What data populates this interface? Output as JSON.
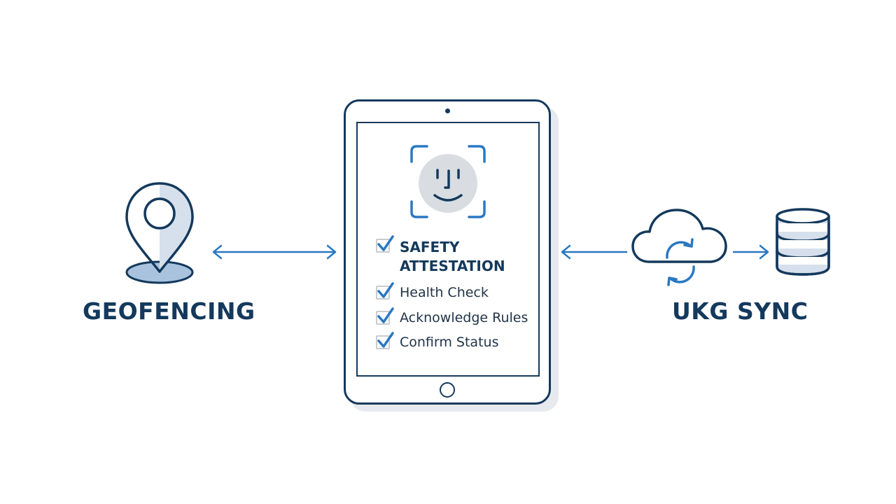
{
  "colors": {
    "navy": "#14395c",
    "accent_blue": "#2a78c2",
    "light_blue_fill": "#d6e0ec",
    "pin_fill": "#a9c3df",
    "face_fill": "#d9dde2",
    "checkbox_border": "#c8ccd1"
  },
  "left_node": {
    "label": "GEOFENCING",
    "icon": "location-pin-icon"
  },
  "center_node": {
    "device": "tablet",
    "icon": "face-id-icon",
    "checklist_title_line1": "SAFETY",
    "checklist_title_line2": "ATTESTATION",
    "items": [
      {
        "label": "Health Check",
        "checked": true
      },
      {
        "label": "Acknowledge Rules",
        "checked": true
      },
      {
        "label": "Confirm Status",
        "checked": true
      }
    ]
  },
  "right_node": {
    "label": "UKG SYNC",
    "icons": [
      "cloud-sync-icon",
      "database-icon"
    ]
  },
  "connectors": [
    {
      "from": "left_node",
      "to": "center_node",
      "direction": "bidirectional"
    },
    {
      "from": "right_node",
      "to": "center_node",
      "direction": "toward-center"
    },
    {
      "from": "cloud-sync-icon",
      "to": "database-icon",
      "direction": "forward"
    }
  ]
}
